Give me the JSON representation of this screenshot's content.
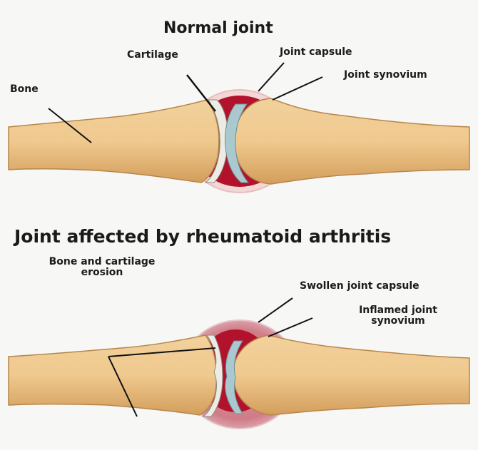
{
  "normal": {
    "title": "Normal joint",
    "labels": {
      "cartilage": "Cartilage",
      "capsule": "Joint capsule",
      "synovium": "Joint synovium",
      "bone": "Bone"
    }
  },
  "arthritis": {
    "title": "Joint affected by rheumatoid arthritis",
    "labels": {
      "erosion_line1": "Bone and cartilage",
      "erosion_line2": "erosion",
      "capsule": "Swollen joint capsule",
      "synovium_line1": "Inflamed joint",
      "synovium_line2": "synovium"
    }
  },
  "colors": {
    "bone": "#efc98e",
    "bone_shadow": "#d7a462",
    "bone_outline": "#b8844a",
    "cartilage": "#ecece4",
    "cartilage_blue": "#a9c9cf",
    "synovium": "#b3122c",
    "swollen_capsule": "#cc7a86",
    "background": "#f7f7f6"
  }
}
